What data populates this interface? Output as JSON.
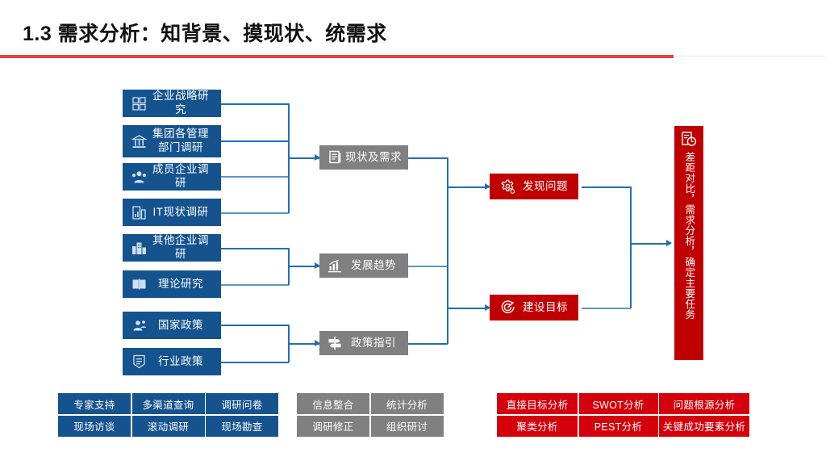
{
  "header": {
    "title": "1.3 需求分析：知背景、摸现状、统需求",
    "rule_color": "#E8413B"
  },
  "colors": {
    "blue": "#15538F",
    "gray": "#808080",
    "red": "#C00000",
    "red_table": "#D4000B",
    "connector": "#1F6FB5"
  },
  "inputs": [
    {
      "label": "企业战略研究",
      "icon": "grid-squares-icon"
    },
    {
      "label": "集团各管理\n部门调研",
      "icon": "bank-building-icon"
    },
    {
      "label": "成员企业调研",
      "icon": "people-group-icon"
    },
    {
      "label": "IT现状调研",
      "icon": "bar-chart-building-icon"
    },
    {
      "label": "其他企业调研",
      "icon": "city-buildings-icon"
    },
    {
      "label": "理论研究",
      "icon": "open-book-icon"
    },
    {
      "label": "国家政策",
      "icon": "users-policy-icon"
    },
    {
      "label": "行业政策",
      "icon": "document-badge-icon"
    }
  ],
  "middle": [
    {
      "label": "现状及需求",
      "icon": "document-lines-icon"
    },
    {
      "label": "发展趋势",
      "icon": "trend-chart-icon"
    },
    {
      "label": "政策指引",
      "icon": "signpost-icon"
    }
  ],
  "outcomes": [
    {
      "label": "发现问题",
      "icon": "gear-settings-icon"
    },
    {
      "label": "建设目标",
      "icon": "target-goal-icon"
    }
  ],
  "summary": {
    "icon": "clipboard-clock-icon",
    "text": "差距对比，需求分析，确定主要任务"
  },
  "method_tables": {
    "blue": {
      "rows": [
        [
          "专家支持",
          "多渠道查询",
          "调研问卷"
        ],
        [
          "现场访谈",
          "滚动调研",
          "现场勘查"
        ]
      ]
    },
    "gray": {
      "rows": [
        [
          "信息整合",
          "统计分析"
        ],
        [
          "调研修正",
          "组织研讨"
        ]
      ]
    },
    "red": {
      "rows": [
        [
          "直接目标分析",
          "SWOT分析",
          "问题根源分析"
        ],
        [
          "聚类分析",
          "PEST分析",
          "关键成功要素分析"
        ]
      ]
    }
  }
}
